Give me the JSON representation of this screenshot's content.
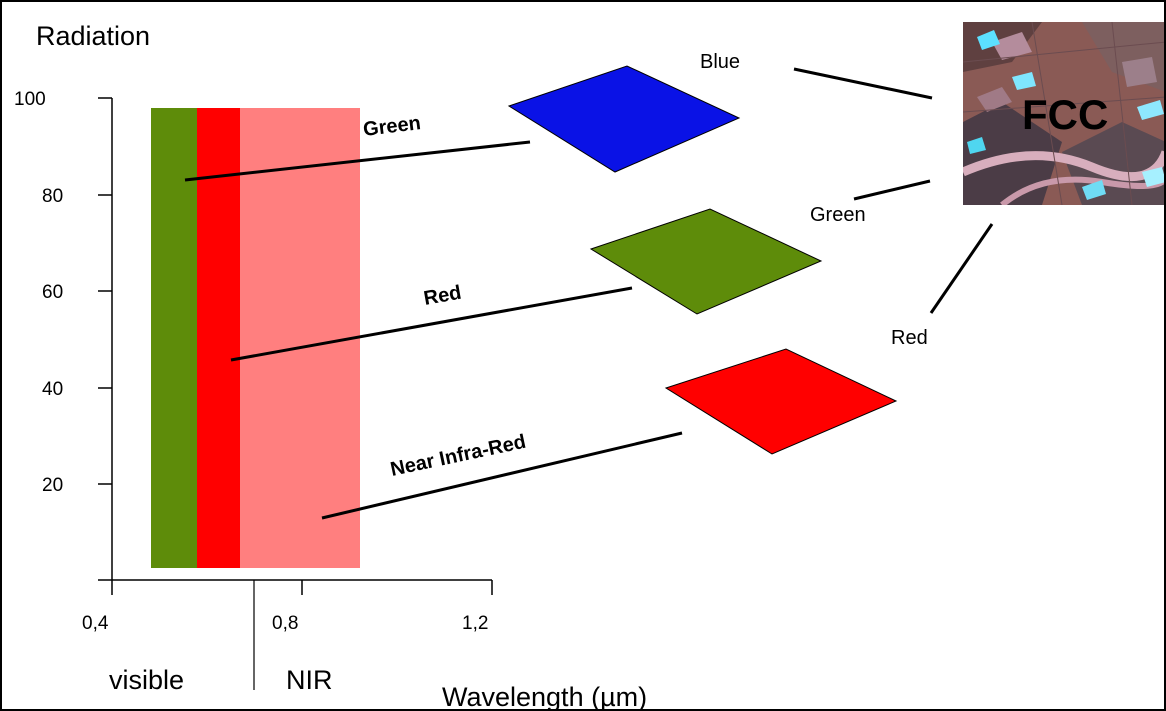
{
  "title": "Radiation",
  "y_ticks": [
    "100",
    "80",
    "60",
    "40",
    "20"
  ],
  "x_ticks": [
    "0,4",
    "0,8",
    "1,2"
  ],
  "region_labels": {
    "visible": "visible",
    "nir": "NIR"
  },
  "xlabel": "Wavelength (µm)",
  "band_labels": {
    "green": "Green",
    "red": "Red",
    "nir": "Near Infra-Red"
  },
  "channel_labels": {
    "blue": "Blue",
    "green": "Green",
    "red": "Red"
  },
  "fcc_label": "FCC",
  "colors": {
    "green_band": "#5e8c0a",
    "red_band": "#ff0000",
    "nir_band": "#ff7f7f",
    "blue_channel": "#0a12e6",
    "green_channel": "#5e8c0a",
    "red_channel": "#ff0000"
  },
  "image": {
    "alt": "FCC satellite image"
  }
}
